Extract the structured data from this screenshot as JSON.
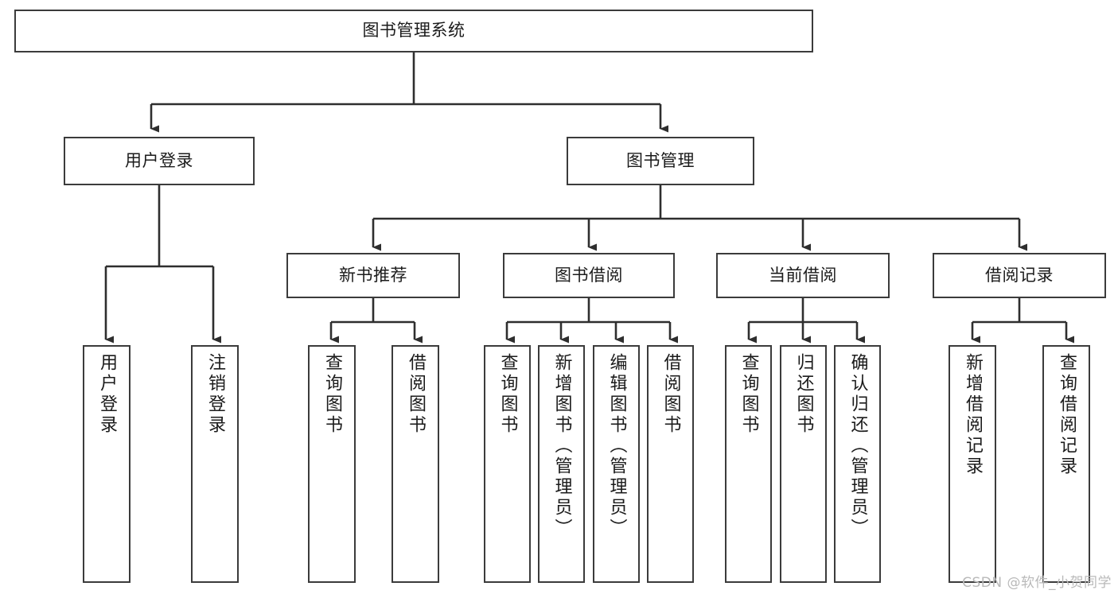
{
  "diagram": {
    "title": "图书管理系统",
    "type": "tree-hierarchy",
    "orientation": "top-down"
  },
  "nodes": {
    "root": {
      "label": "图书管理系统"
    },
    "level1": [
      {
        "id": "user-login",
        "label": "用户登录"
      },
      {
        "id": "book-management",
        "label": "图书管理"
      }
    ],
    "level2": [
      {
        "id": "new-book-recommend",
        "label": "新书推荐"
      },
      {
        "id": "book-borrow",
        "label": "图书借阅"
      },
      {
        "id": "current-borrow",
        "label": "当前借阅"
      },
      {
        "id": "borrow-record",
        "label": "借阅记录"
      }
    ],
    "leaves": {
      "user_login": [
        {
          "id": "leaf-user-login",
          "label": "用户登录"
        },
        {
          "id": "leaf-logout-login",
          "label": "注销登录"
        }
      ],
      "new_book_recommend": [
        {
          "id": "leaf-query-book-1",
          "label": "查询图书"
        },
        {
          "id": "leaf-borrow-book-1",
          "label": "借阅图书"
        }
      ],
      "book_borrow": [
        {
          "id": "leaf-query-book-2",
          "label": "查询图书"
        },
        {
          "id": "leaf-add-book",
          "label": "新增图书（管理员）"
        },
        {
          "id": "leaf-edit-book",
          "label": "编辑图书（管理员）"
        },
        {
          "id": "leaf-borrow-book-2",
          "label": "借阅图书"
        }
      ],
      "current_borrow": [
        {
          "id": "leaf-query-book-3",
          "label": "查询图书"
        },
        {
          "id": "leaf-return-book",
          "label": "归还图书"
        },
        {
          "id": "leaf-confirm-return",
          "label": "确认归还（管理员）"
        }
      ],
      "borrow_record": [
        {
          "id": "leaf-add-record",
          "label": "新增借阅记录"
        },
        {
          "id": "leaf-query-record",
          "label": "查询借阅记录"
        }
      ]
    }
  },
  "watermark": {
    "text": "CSDN @软件_小贺同学"
  },
  "colors": {
    "stroke": "#3b3b3b",
    "fill": "#ffffff",
    "text": "#1b1b1b",
    "watermark": "#b9b9b9"
  }
}
